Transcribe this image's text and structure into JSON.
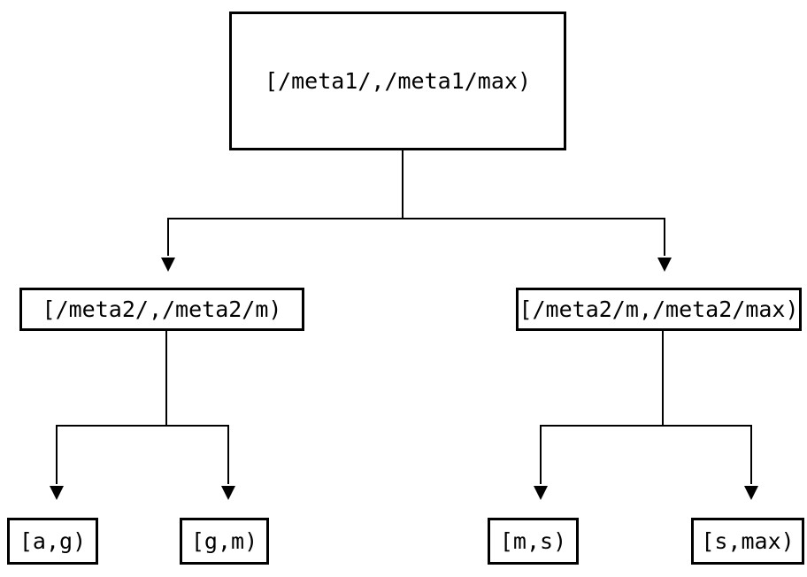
{
  "diagram": {
    "type": "tree",
    "description": "Binary interval-partition tree with arrowed connectors",
    "colors": {
      "background": "#ffffff",
      "line": "#000000",
      "text": "#000000"
    },
    "nodes": {
      "root": {
        "label": "[/meta1/,/meta1/max)"
      },
      "left": {
        "label": "[/meta2/,/meta2/m)"
      },
      "right": {
        "label": "[/meta2/m,/meta2/max)"
      },
      "leaf_ag": {
        "label": "[a,g)"
      },
      "leaf_gm": {
        "label": "[g,m)"
      },
      "leaf_ms": {
        "label": "[m,s)"
      },
      "leaf_smax": {
        "label": "[s,max)"
      }
    },
    "edges": [
      {
        "from": "root",
        "to": "left"
      },
      {
        "from": "root",
        "to": "right"
      },
      {
        "from": "left",
        "to": "leaf_ag"
      },
      {
        "from": "left",
        "to": "leaf_gm"
      },
      {
        "from": "right",
        "to": "leaf_ms"
      },
      {
        "from": "right",
        "to": "leaf_smax"
      }
    ]
  }
}
